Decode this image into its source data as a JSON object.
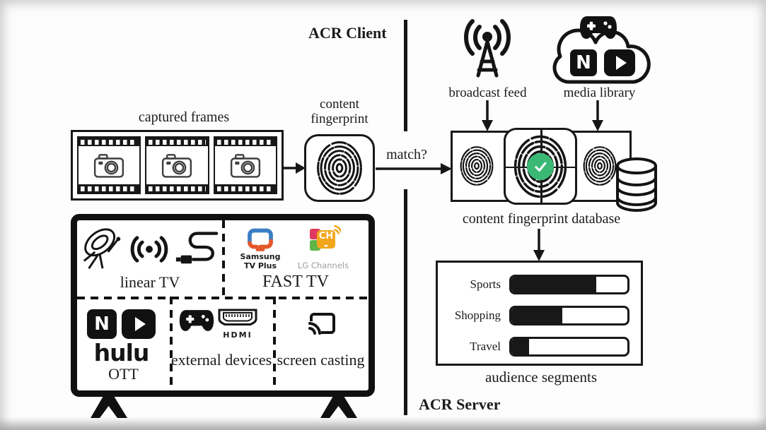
{
  "colors": {
    "ink": "#161616",
    "check_green": "#3cb875",
    "samsung_blue": "#3b7fc4",
    "samsung_orange": "#e4582c",
    "lg_pink": "#e0395f",
    "lg_green": "#5fb54a",
    "lg_orange": "#f2a71b",
    "lg_text_gray": "#9e9e9e"
  },
  "client": {
    "title": "ACR Client",
    "captured_frames_label": "captured frames",
    "content_fingerprint_label": "content fingerprint",
    "match_label": "match?"
  },
  "server": {
    "title": "ACR Server",
    "broadcast_feed_label": "broadcast feed",
    "media_library_label": "media library",
    "database_label": "content fingerprint database",
    "audience_segments": {
      "title": "audience segments",
      "rows": [
        {
          "label": "Sports",
          "fill_pct": 73
        },
        {
          "label": "Shopping",
          "fill_pct": 44
        },
        {
          "label": "Travel",
          "fill_pct": 15
        }
      ]
    }
  },
  "tv": {
    "sections": {
      "linear_tv": "linear TV",
      "fast_tv": "FAST TV",
      "ott": "OTT",
      "external_devices": "external devices",
      "screen_casting": "screen casting"
    },
    "logos": {
      "samsung": [
        "Samsung",
        "TV Plus"
      ],
      "lg_channels": "LG Channels",
      "lg_ch_badge": "CH",
      "netflix_n": "N",
      "hulu": "hulu",
      "hdmi": "HDMI"
    }
  }
}
